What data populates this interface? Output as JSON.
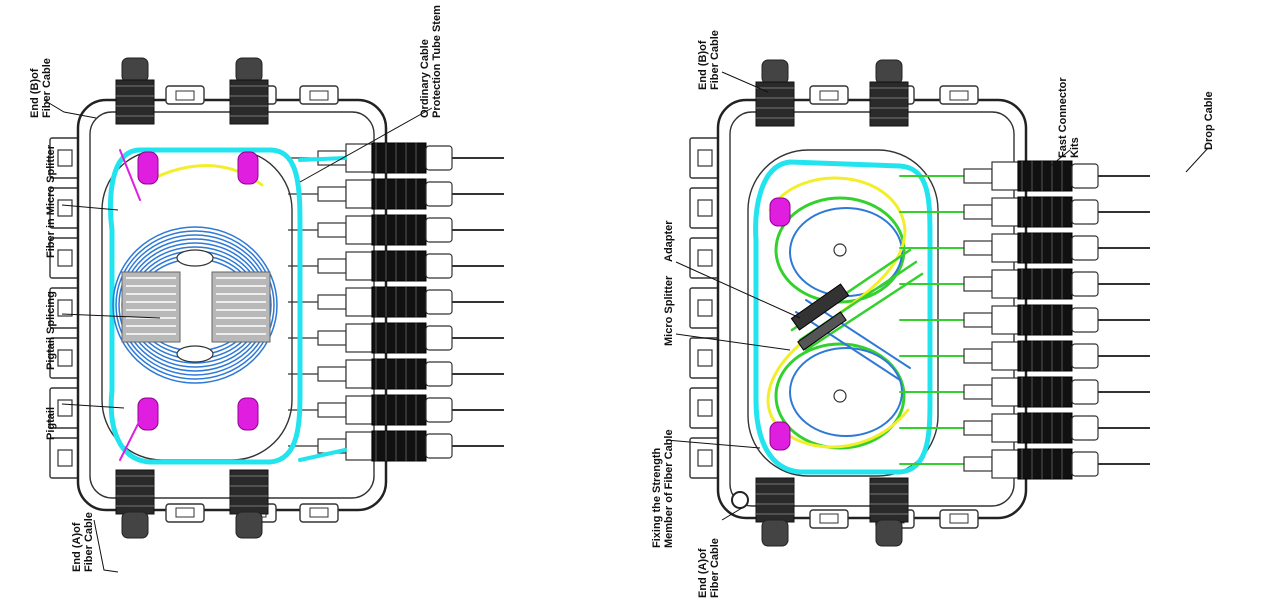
{
  "colors": {
    "outline": "#222222",
    "fiber_cyan": "#22e4ee",
    "fiber_blue": "#2e79d6",
    "fiber_green": "#34d12e",
    "fiber_yellow": "#f2ef2a",
    "clip_magenta": "#e01ee0",
    "cable_black": "#111111",
    "tray_grey": "#b8b8b8"
  },
  "left_diagram": {
    "labels": {
      "end_b": "End (B)of\nFiber Cable",
      "protection_tube": "Ordinary Cable\nProtection Tube Stem",
      "fiber_in_splitter": "Fiber in Micro Splitter",
      "pigtail_splicing": "Pigtail Splicing",
      "pigtail": "Pigtail",
      "end_a": "End (A)of\nFiber Cable"
    }
  },
  "right_diagram": {
    "labels": {
      "end_b": "End (B)of\nFiber Cable",
      "fast_connector": "Fast Connector\nKits",
      "drop_cable": "Drop Cable",
      "adapter": "Adapter",
      "micro_splitter": "Micro Splitter",
      "fixing_strength": "Fixing the Strength\nMember of Fiber Cable",
      "end_a": "End (A)of\nFiber Cable"
    }
  }
}
